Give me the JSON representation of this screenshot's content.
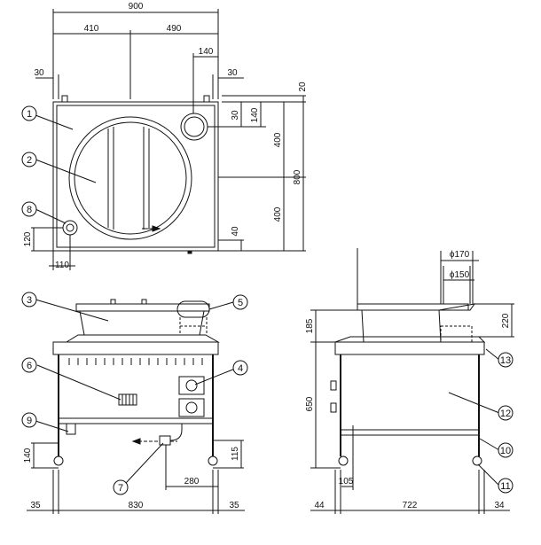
{
  "dimensions": {
    "overall_width": "900",
    "left_part": "410",
    "right_part": "490",
    "flue_diameter_gap": "140",
    "left_offset": "30",
    "right_offset": "30",
    "top_offset": "20",
    "flue_vertical_offset": "30",
    "flue_vertical_size": "140",
    "upper_half": "400",
    "lower_half": "400",
    "overall_depth": "800",
    "drain_offset": "40",
    "gas_height_offset": "120",
    "gas_side_offset": "110",
    "dia_outer": "ϕ170",
    "dia_inner": "ϕ150",
    "rim_height": "185",
    "flue_height": "220",
    "body_height": "650",
    "leg_gap": "140",
    "drain_height": "115",
    "drain_offset_front": "280",
    "front_left": "35",
    "front_middle": "830",
    "front_right": "35",
    "side_left": "44",
    "side_middle": "722",
    "side_right": "34",
    "side_leg": "105"
  },
  "callouts": {
    "c1": "1",
    "c2": "2",
    "c3": "3",
    "c4": "4",
    "c5": "5",
    "c6": "6",
    "c7": "7",
    "c8": "8",
    "c9": "9",
    "c10": "10",
    "c11": "11",
    "c12": "12",
    "c13": "13"
  },
  "colors": {
    "line": "#111111",
    "background": "#ffffff"
  }
}
